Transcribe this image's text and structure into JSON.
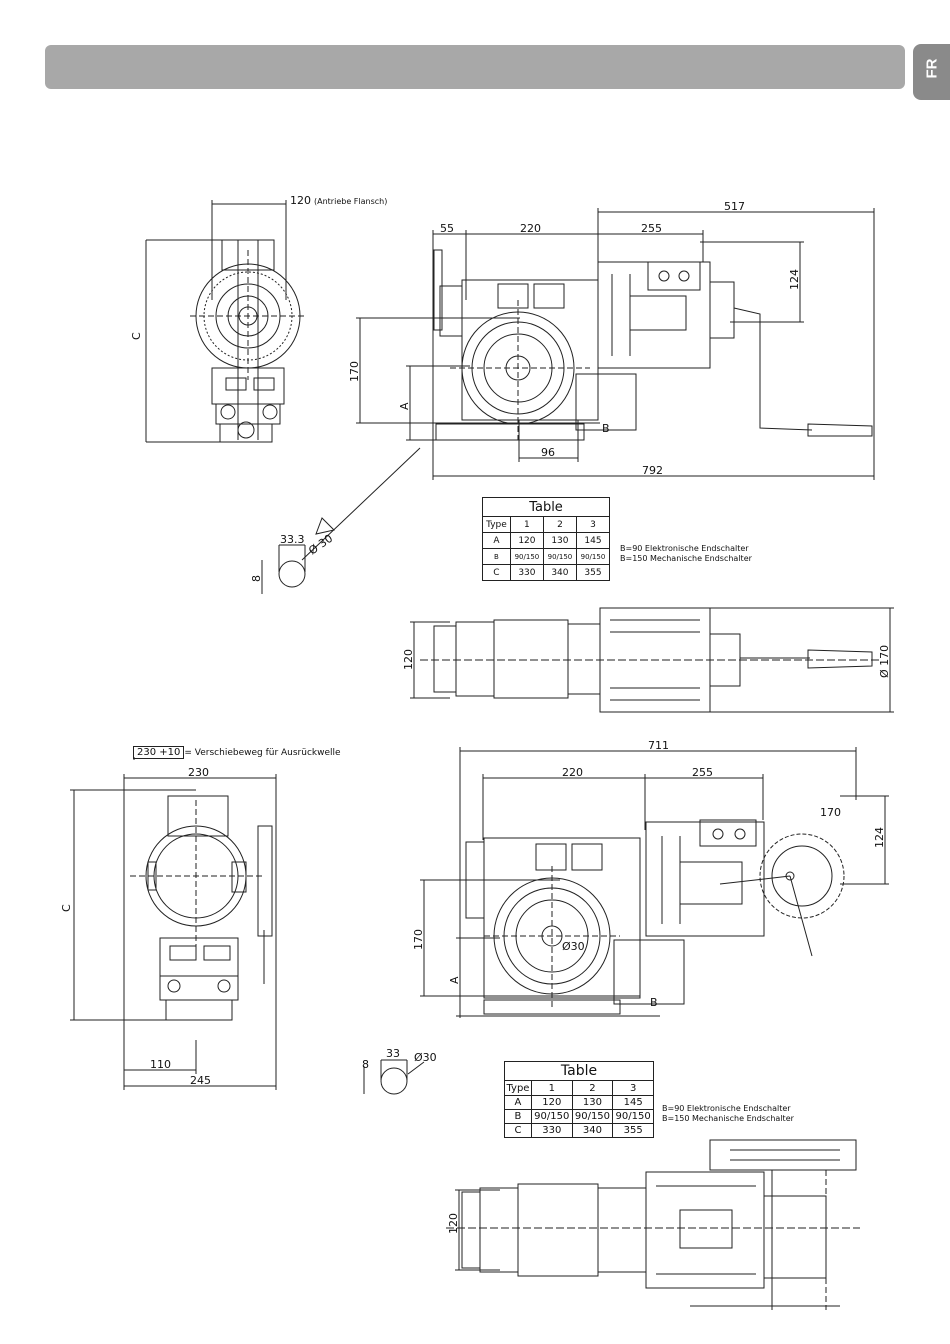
{
  "header": {
    "lang_tab": "FR"
  },
  "drawing1": {
    "front": {
      "width_label": "120",
      "flange_note": "(Antriebe Flansch)",
      "height_label": "C"
    },
    "side": {
      "d55": "55",
      "d220": "220",
      "d255": "255",
      "d517": "517",
      "d124": "124",
      "d170": "170",
      "dA": "A",
      "dB": "B",
      "d96": "96",
      "d792": "792"
    },
    "shaft": {
      "d33": "33.3",
      "dia": "Ø 30",
      "d8": "8"
    },
    "top": {
      "d120": "120",
      "dia170": "Ø 170"
    },
    "table": {
      "title": "Table",
      "header": [
        "Type",
        "1",
        "2",
        "3"
      ],
      "rows": [
        [
          "A",
          "120",
          "130",
          "145"
        ],
        [
          "B",
          "90/150",
          "90/150",
          "90/150"
        ],
        [
          "C",
          "330",
          "340",
          "355"
        ]
      ],
      "notes": [
        "B=90 Elektronische Endschalter",
        "B=150 Mechanische Endschalter"
      ]
    }
  },
  "drawing2": {
    "travel": {
      "box": "230 +10",
      "text": "= Verschiebeweg für Ausrückwelle"
    },
    "front": {
      "d230": "230",
      "height_label": "C",
      "d110": "110",
      "d245": "245"
    },
    "side": {
      "d711": "711",
      "d220": "220",
      "d255": "255",
      "d170top": "170",
      "d124": "124",
      "d170": "170",
      "dA": "A",
      "dB": "B",
      "dia": "Ø30"
    },
    "shaft": {
      "d8": "8",
      "d33": "33",
      "dia": "Ø30"
    },
    "top": {
      "d120": "120"
    },
    "table": {
      "title": "Table",
      "header": [
        "Type",
        "1",
        "2",
        "3"
      ],
      "rows": [
        [
          "A",
          "120",
          "130",
          "145"
        ],
        [
          "B",
          "90/150",
          "90/150",
          "90/150"
        ],
        [
          "C",
          "330",
          "340",
          "355"
        ]
      ],
      "notes": [
        "B=90 Elektronische Endschalter",
        "B=150 Mechanische Endschalter"
      ]
    }
  }
}
